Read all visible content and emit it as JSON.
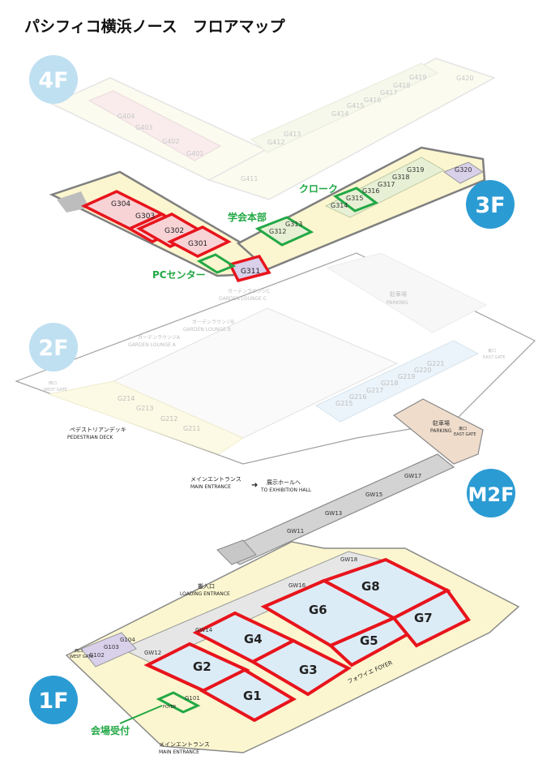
{
  "title": "パシフィコ横浜ノース　フロアマップ",
  "colors": {
    "highlight_red": "#e8141c",
    "highlight_green": "#22a845",
    "floor_badge": "#2b9bd3",
    "floor_badge_faded": "#bfe0f1",
    "room_red_fill": "#f7d3d6",
    "room_blue_fill": "#dcecf7",
    "room_green_fill": "#e7f0d5",
    "corridor_fill": "#fbf6cf",
    "wall_gray": "#8a8a8a",
    "parking_fill": "#efdccb"
  },
  "floors": {
    "f4": {
      "badge": "4F",
      "rooms": [
        "G404",
        "G403",
        "G402",
        "G401",
        "G411",
        "G412",
        "G413",
        "G414",
        "G415",
        "G416",
        "G417",
        "G418",
        "G419",
        "G420"
      ]
    },
    "f3": {
      "badge": "3F",
      "highlighted_rooms": [
        "G304",
        "G303",
        "G302",
        "G301",
        "G311"
      ],
      "rooms": [
        "G312",
        "G313",
        "G314",
        "G315",
        "G316",
        "G317",
        "G318",
        "G319",
        "G320"
      ],
      "callouts": {
        "gakkai": "学会本部",
        "cloak": "クローク",
        "pc": "PCセンター"
      }
    },
    "f2": {
      "badge": "2F",
      "lounges": {
        "c_jp": "ガーデンラウンジC",
        "c_en": "GARDEN LOUNGE C",
        "b_jp": "ガーデンラウンジB",
        "b_en": "GARDEN LOUNGE B",
        "a_jp": "ガーデンラウンジA",
        "a_en": "GARDEN LOUNGE A"
      },
      "rooms": [
        "G214",
        "G213",
        "G212",
        "G211",
        "G215",
        "G216",
        "G217",
        "G218",
        "G219",
        "G220",
        "G221"
      ],
      "parking_jp": "駐車場",
      "parking_en": "PARKING",
      "west_gate_jp": "西口",
      "west_gate_en": "WEST GATE",
      "east_gate_jp": "東口",
      "east_gate_en": "EAST GATE",
      "deck_jp": "ペデストリアンデッキ",
      "deck_en": "PEDESTRIAN DECK",
      "main_jp": "メインエントランス",
      "main_en": "MAIN ENTRANCE",
      "to_hall_jp": "展示ホールへ",
      "to_hall_en": "TO EXHIBITION HALL"
    },
    "m2f": {
      "badge": "M2F",
      "parking_jp": "駐車場",
      "parking_en": "PARKING",
      "east_gate_jp": "東口",
      "east_gate_en": "EAST GATE",
      "rooms": [
        "GW17",
        "GW15",
        "GW13",
        "GW11"
      ]
    },
    "f1": {
      "badge": "1F",
      "highlighted_rooms": [
        "G1",
        "G2",
        "G3",
        "G4",
        "G5",
        "G6",
        "G7",
        "G8"
      ],
      "small_rooms": [
        "G101",
        "G102",
        "G103",
        "G104"
      ],
      "gw_rooms": [
        "GW12",
        "GW14",
        "GW16",
        "GW18"
      ],
      "loading_jp": "搬入口",
      "loading_en": "LOADING ENTRANCE",
      "foyer_label": "フォワイエ FOYER",
      "foyer_small": "FOYER",
      "west_gate_jp": "西口",
      "west_gate_en": "WEST GATE",
      "main_jp": "メインエントランス",
      "main_en": "MAIN ENTRANCE",
      "reception": "会場受付"
    }
  }
}
